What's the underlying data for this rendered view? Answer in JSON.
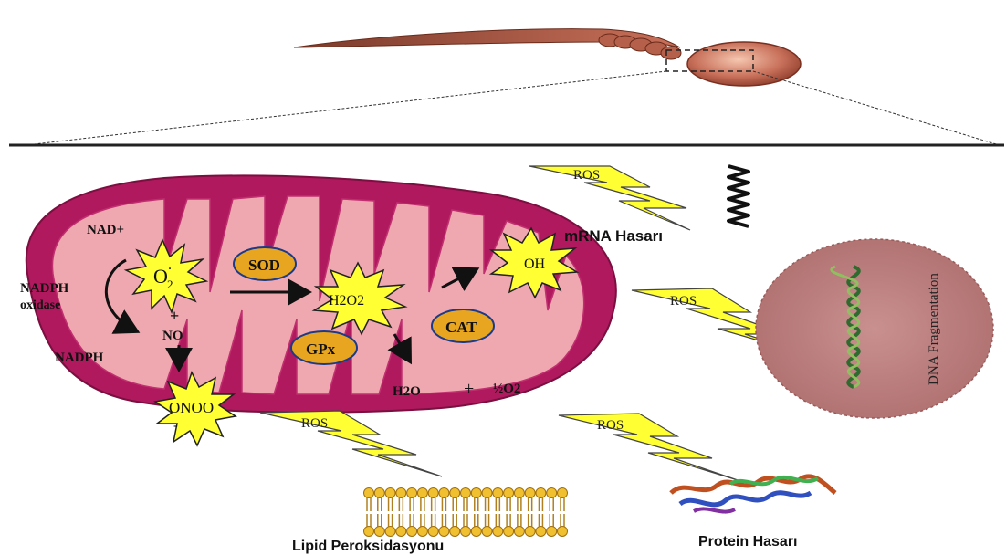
{
  "labels": {
    "nad_plus": "NAD+",
    "nadph_oxidase_1": "NADPH",
    "nadph_oxidase_2": "oxidase",
    "nadph": "NADPH",
    "o2_main": "O",
    "o2_sub": "2",
    "o2_sup": ".",
    "sod": "SOD",
    "h2o2": "H2O2",
    "oh": "OH",
    "plus": "+",
    "no": "NO",
    "gpx": "GPx",
    "cat": "CAT",
    "onoo": "ONOO",
    "onoo_charge": "-",
    "h2o": "H2O",
    "plus2": "+",
    "half_o2": "½O2",
    "ros_top": "ROS",
    "ros_right": "ROS",
    "ros_bottom_left": "ROS",
    "ros_bottom_right": "ROS",
    "mrna_damage": "mRNA Hasarı",
    "dna_fragmentation": "DNA Fragmentation",
    "lipid_peroxidation": "Lipid Peroksidasyonu",
    "protein_damage": "Protein Hasarı"
  },
  "colors": {
    "mito_outer": "#b0195e",
    "mito_inner": "#f0a8b0",
    "enzyme_fill": "#e8a520",
    "burst_fill": "#ffff33",
    "bolt_fill": "#ffff33",
    "dna_circle": "#c48888",
    "helix": "#3a7a3a",
    "sperm": "#b5604a",
    "lipid_head": "#f0c030"
  },
  "icons": [
    "sperm-cell-icon",
    "mitochondrion-icon",
    "lightning-bolt-icon",
    "mrna-coil-icon",
    "dna-helix-icon",
    "lipid-bilayer-icon",
    "protein-structure-icon",
    "starburst-icon"
  ]
}
